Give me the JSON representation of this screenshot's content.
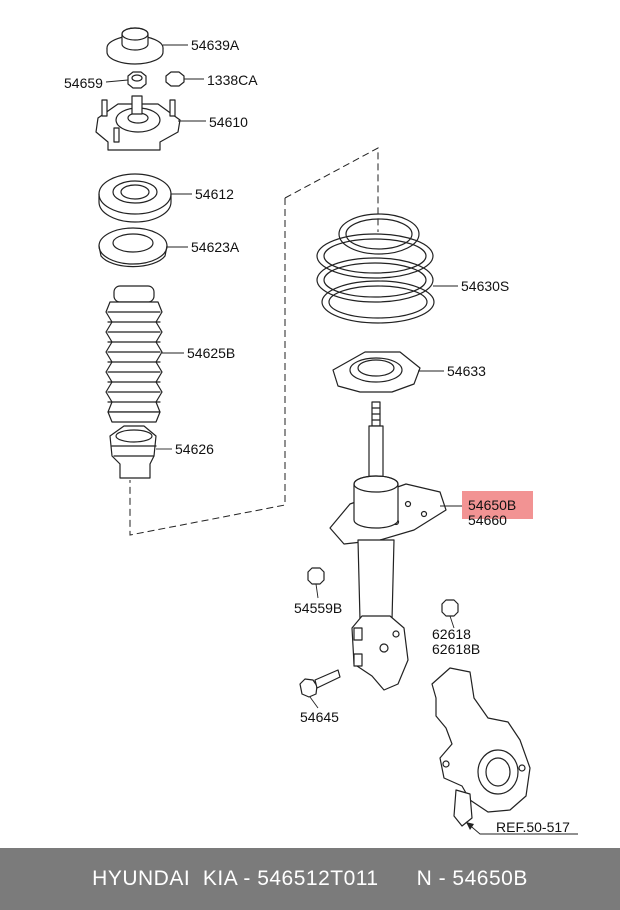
{
  "parts": {
    "p54639A": "54639A",
    "p54659": "54659",
    "p1338CA": "1338CA",
    "p54610": "54610",
    "p54612": "54612",
    "p54623A": "54623A",
    "p54625B": "54625B",
    "p54626": "54626",
    "p54630S": "54630S",
    "p54633": "54633",
    "p54650B": "54650B",
    "p54660": "54660",
    "p54559B": "54559B",
    "p62618": "62618",
    "p62618B": "62618B",
    "p54645": "54645",
    "ref": "REF.50-517"
  },
  "highlight_color": "#f08080",
  "footer": {
    "text": "HYUNDAI  KIA - 546512T011      N - 54650B"
  }
}
